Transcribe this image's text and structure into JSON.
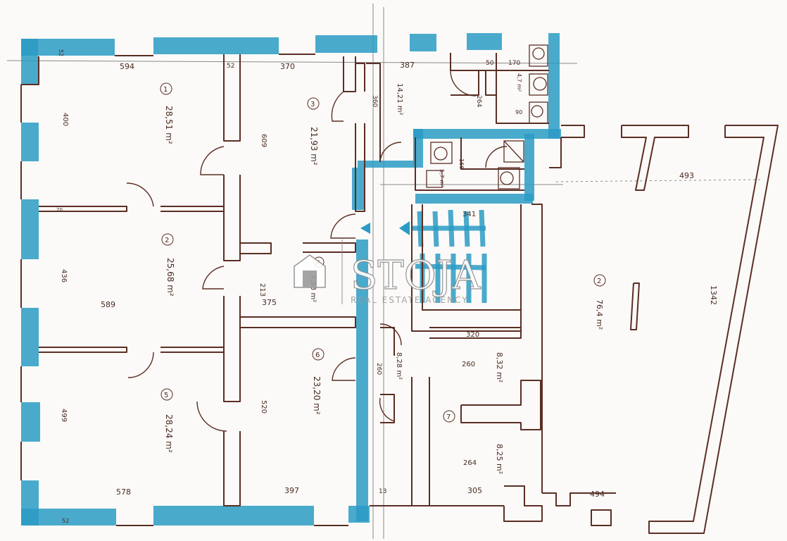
{
  "colors": {
    "wall_line": "#5b2e24",
    "highlight": "#2a9bc4",
    "guide": "#8a8a8a",
    "paper": "#fbfaf8"
  },
  "dimensions": {
    "d594": "594",
    "d52a": "52",
    "d370": "370",
    "d387": "387",
    "d50": "50",
    "d170": "170",
    "d400": "400",
    "d609": "609",
    "d360": "360",
    "d264a": "264",
    "d90": "90",
    "d166": "166",
    "d493": "493",
    "d341": "341",
    "d20": "20",
    "d436": "436",
    "d213": "213",
    "d375": "375",
    "d589": "589",
    "d1342": "1342",
    "d320": "320",
    "d260": "260",
    "d260b": "260",
    "d499": "499",
    "d520": "520",
    "d264b": "264",
    "d578": "578",
    "d397": "397",
    "d13": "13",
    "d305": "305",
    "d494": "494",
    "d52b": "52",
    "d52c": "52"
  },
  "rooms": {
    "r1_num": "1",
    "r1_area": "28,51 m²",
    "r2_num": "2",
    "r2_area": "25,68 m²",
    "r3_num": "3",
    "r3_area": "21,93 m²",
    "r4_num": "4",
    "r4_area": "7,93 m²",
    "r5_num": "5",
    "r5_area": "28,24 m²",
    "r6_num": "6",
    "r6_area": "23,20 m²",
    "r7_num": "7",
    "r7_area": "8,25 m²",
    "r8_area": "8,32 m²",
    "r9_area": "8,28 m²",
    "r10_area": "14,21 m²",
    "r11_area": "4,7 m²",
    "r12_area": "5,7 m²",
    "r13_num": "2",
    "r13_area": "76,4 m²"
  },
  "watermark": {
    "brand": "STOJA",
    "tagline": "REAL ESTATE AGENCY"
  }
}
